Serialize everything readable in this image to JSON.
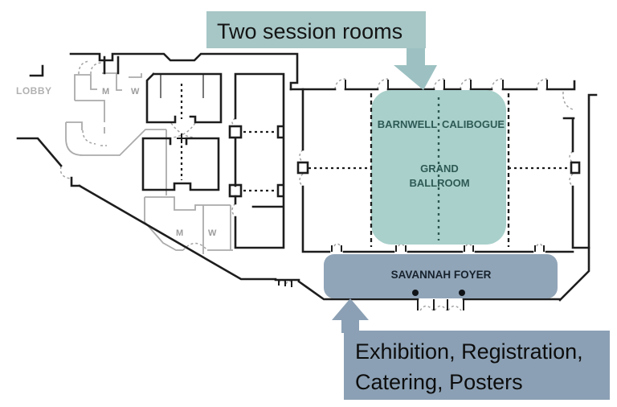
{
  "annotations": {
    "session_label": "Two session rooms",
    "exhibition_line1": "Exhibition, Registration,",
    "exhibition_line2": "Catering, Posters"
  },
  "floor_plan": {
    "lobby": "LOBBY",
    "room_left": "BARNWELL",
    "room_right": "CALIBOGUE",
    "ballroom_line1": "GRAND",
    "ballroom_line2": "BALLROOM",
    "foyer": "SAVANNAH FOYER",
    "restroom_men_upper": "M",
    "restroom_women_upper": "W",
    "restroom_men_lower": "M",
    "restroom_women_lower": "W"
  },
  "colors": {
    "teal_callout_bg": "#a7c6c6",
    "teal_arrow": "#9dc1c2",
    "teal_room_fill": "#a3ccc7",
    "teal_room_text": "#2e5a55",
    "foyer_fill": "#8ba0b4",
    "foyer_text": "#17222d",
    "wall_black": "#1d1d1d",
    "wall_gray": "#ababab",
    "lobby_text": "#b1b1b1"
  }
}
